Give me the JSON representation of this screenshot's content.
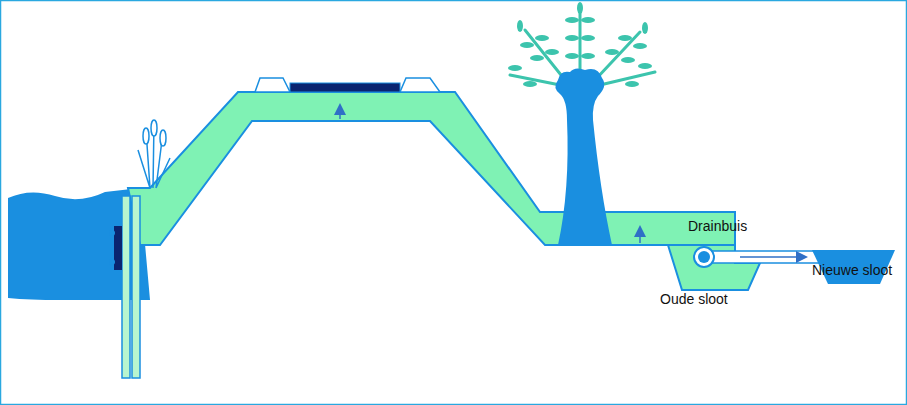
{
  "diagram": {
    "labels": [
      "Drainbuis",
      "Oude sloot",
      "Nieuwe sloot"
    ]
  }
}
